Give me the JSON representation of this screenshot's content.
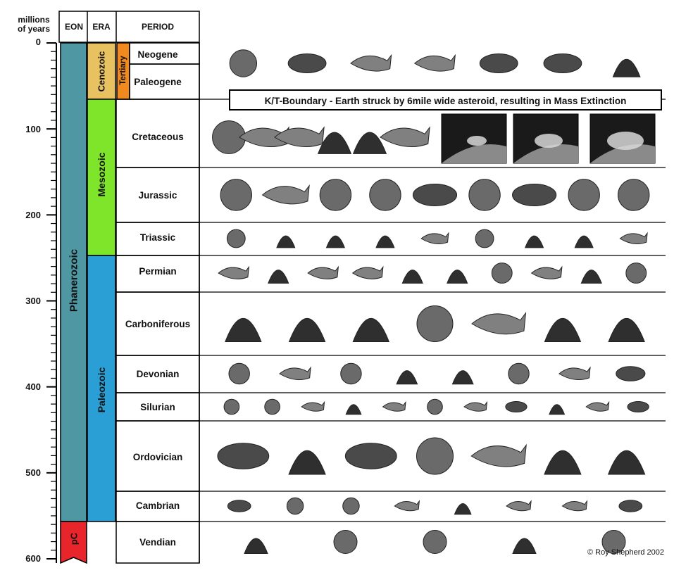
{
  "axis": {
    "unit_line1": "millions",
    "unit_line2": "of years",
    "ticks": [
      "0",
      "100",
      "200",
      "300",
      "400",
      "500",
      "600"
    ]
  },
  "headers": {
    "eon": "EON",
    "era": "ERA",
    "period": "PERIOD"
  },
  "eons": [
    {
      "name": "Phanerozoic",
      "color": "#4f98a3"
    },
    {
      "name": "pC",
      "color": "#e8252a"
    }
  ],
  "eras": [
    {
      "name": "Cenozoic",
      "color": "#e8c261"
    },
    {
      "name": "Mesozoic",
      "color": "#7fe52a"
    },
    {
      "name": "Paleozoic",
      "color": "#2a9fd6"
    }
  ],
  "subera": {
    "name": "Tertiary",
    "color": "#f08a1e"
  },
  "periods": [
    {
      "name": "Neogene",
      "icons": [
        "bird-icon",
        "mammoth-icon",
        "rhinoceros-icon",
        "flower-icon",
        "flying-bird-icon",
        "primate-icon",
        "shark-icon"
      ]
    },
    {
      "name": "Paleogene",
      "icons": []
    },
    {
      "name": "Cretaceous",
      "icons": [
        "mosasaur-icon",
        "dinosaur-fight-icon",
        "sea-urchin-icon",
        "shell-icon",
        "pterosaur-icon",
        "mushroom-coral-icon"
      ]
    },
    {
      "name": "Jurassic",
      "icons": [
        "ammonite-icon",
        "plesiosaur-icon",
        "sauropod-icon",
        "theropod-icon",
        "stegosaurus-icon",
        "fish-icon",
        "ichthyosaur-icon",
        "echinoid-icon",
        "nautilus-icon"
      ]
    },
    {
      "name": "Triassic",
      "icons": [
        "ammonite-icon",
        "belemnite-icon",
        "therapsid-icon",
        "phytosaur-icon",
        "small-dinosaur-icon",
        "cynodont-icon",
        "pterosaur-icon",
        "protoceratops-icon",
        "flying-reptile-icon"
      ]
    },
    {
      "name": "Permian",
      "icons": [
        "dimetrodon-icon",
        "trilobite-icon",
        "fern-frond-icon",
        "brachiopod-icon",
        "seed-fern-icon",
        "amphibian-icon",
        "frog-icon",
        "lizard-icon",
        "coral-icon",
        "cone-icon"
      ]
    },
    {
      "name": "Carboniferous",
      "icons": [
        "amphibian-icon",
        "dragonfly-icon",
        "tree-fern-icon",
        "sea-lily-icon",
        "sponge-icon",
        "fern-leaf-icon",
        "horsetail-icon"
      ]
    },
    {
      "name": "Devonian",
      "icons": [
        "armored-fish-icon",
        "coelacanth-icon",
        "lobe-finned-fish-icon",
        "gastropod-icon",
        "coral-icon",
        "ammonoid-icon",
        "brachiopod-icon",
        "bivalve-icon"
      ]
    },
    {
      "name": "Silurian",
      "icons": [
        "jawless-fish-icon",
        "sea-scorpion-icon",
        "eurypterid-icon",
        "placoderm-icon",
        "sphere-icon",
        "spiral-shell-icon",
        "urchin-icon",
        "crinoid-icon",
        "snail-icon",
        "graptolite-icon",
        "seaweed-icon"
      ]
    },
    {
      "name": "Ordovician",
      "icons": [
        "sponge-bowl-icon",
        "nautiloid-icon",
        "cystoid-icon",
        "bryozoan-icon",
        "brachiopod-icon",
        "orthocone-icon",
        "snail-icon"
      ]
    },
    {
      "name": "Cambrian",
      "icons": [
        "hyolith-icon",
        "worm-icon",
        "anomalocaris-icon",
        "shrimp-icon",
        "trilobite-icon",
        "sponge-icon",
        "sphere-icon",
        "crinoid-icon"
      ]
    },
    {
      "name": "Vendian",
      "icons": [
        "frond-icon",
        "disc-icon",
        "star-icon",
        "algae-icon",
        "medusoid-icon"
      ]
    }
  ],
  "kt_boundary": "K/T-Boundary - Earth struck by 6mile wide asteroid, resulting in Mass Extinction",
  "impact_sequence": [
    "asteroid-approach-icon",
    "impact-flash-icon",
    "dust-cloud-icon"
  ],
  "credit": "© Roy Shepherd 2002"
}
